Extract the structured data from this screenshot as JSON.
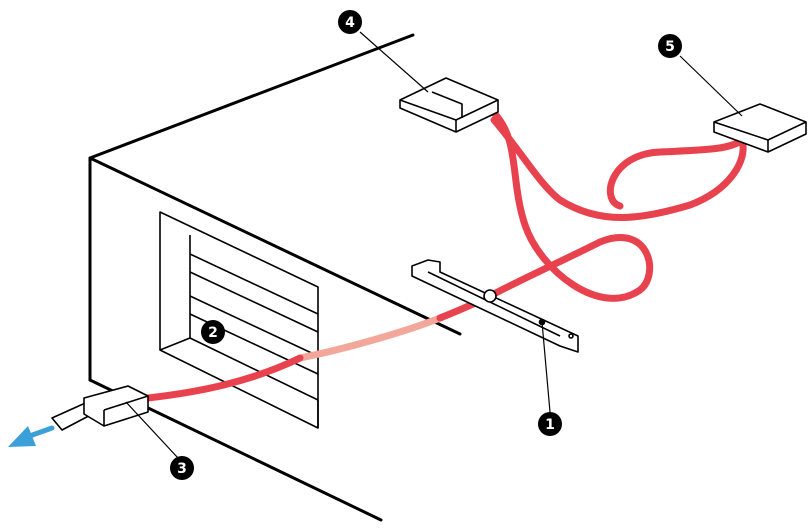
{
  "callouts": [
    {
      "id": "1",
      "label": "1"
    },
    {
      "id": "2",
      "label": "2"
    },
    {
      "id": "3",
      "label": "3"
    },
    {
      "id": "4",
      "label": "4"
    },
    {
      "id": "5",
      "label": "5"
    }
  ],
  "colors": {
    "line": "#000000",
    "cable": "#e8424f",
    "cable_inside": "#f3a79b",
    "arrow": "#3b9fd8",
    "connector_fill": "#ffffff",
    "callout_fill": "#000000"
  },
  "icons": {
    "direction_arrow": "blue-arrow-left-down"
  }
}
